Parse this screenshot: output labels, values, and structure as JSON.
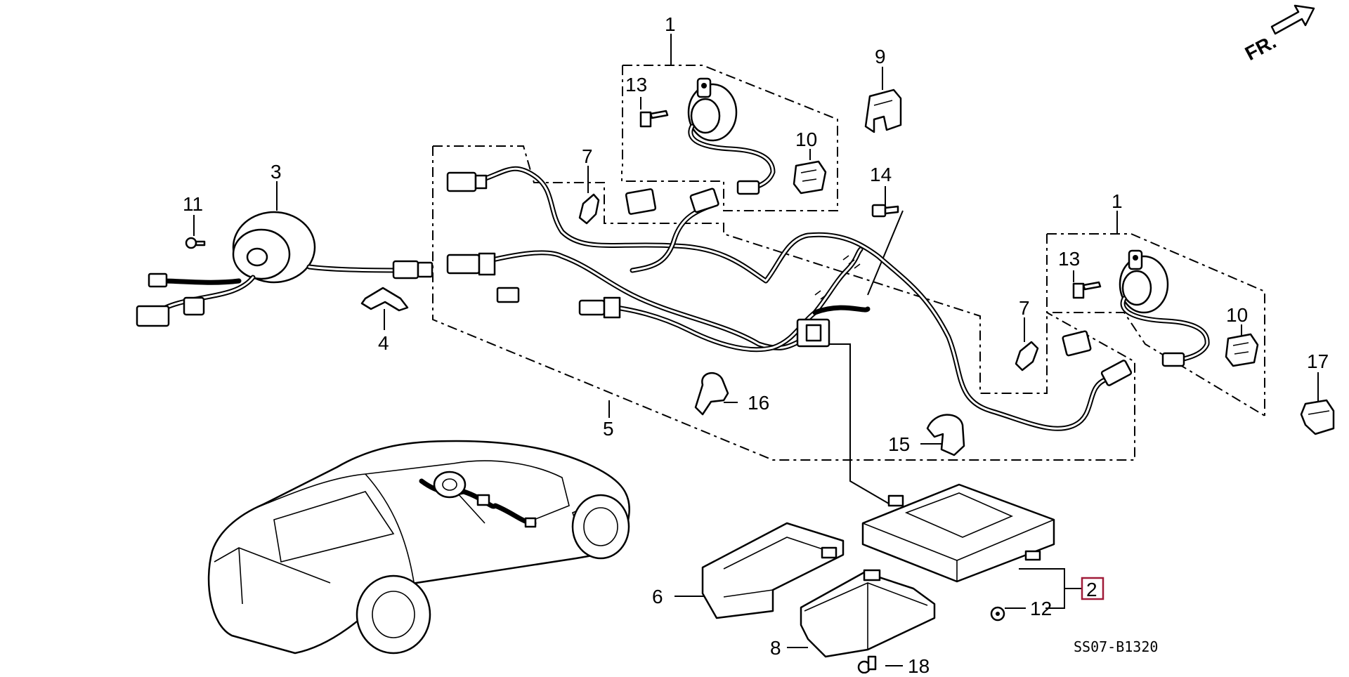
{
  "diagram": {
    "drawing_code": "SS07-B1320",
    "direction_label": "FR.",
    "highlighted_callout": "2",
    "callouts": {
      "c1a": "1",
      "c1b": "1",
      "c2": "2",
      "c3": "3",
      "c4": "4",
      "c5": "5",
      "c6": "6",
      "c7a": "7",
      "c7b": "7",
      "c8": "8",
      "c9": "9",
      "c10a": "10",
      "c10b": "10",
      "c11": "11",
      "c12": "12",
      "c13a": "13",
      "c13b": "13",
      "c14": "14",
      "c15": "15",
      "c16": "16",
      "c17": "17",
      "c18": "18"
    },
    "colors": {
      "line": "#000000",
      "background": "#ffffff",
      "highlight_box": "#a01a38"
    }
  }
}
